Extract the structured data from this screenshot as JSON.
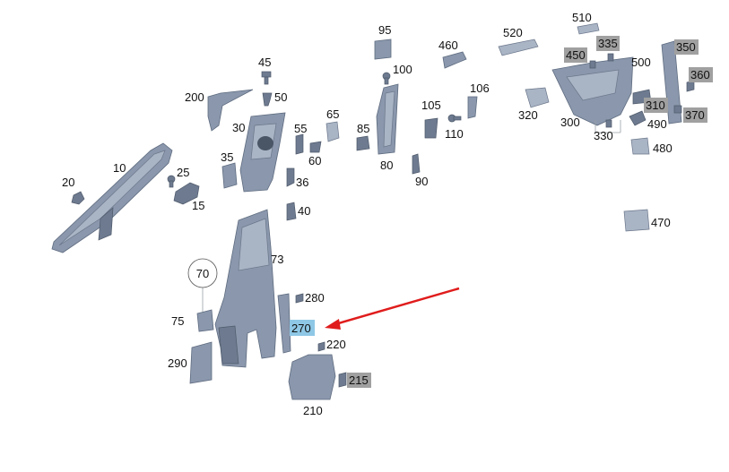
{
  "colors": {
    "part": "#8a97ac",
    "highlight": "#8fc8e6",
    "greyed_label": "#a0a0a0",
    "arrow": "#e01c1c"
  },
  "labels": {
    "p10": "10",
    "p15": "15",
    "p20": "20",
    "p25": "25",
    "p30": "30",
    "p35": "35",
    "p36": "36",
    "p40": "40",
    "p45": "45",
    "p50": "50",
    "p55": "55",
    "p60": "60",
    "p65": "65",
    "p70": "70",
    "p73": "73",
    "p75": "75",
    "p80": "80",
    "p85": "85",
    "p90": "90",
    "p95": "95",
    "p100": "100",
    "p105": "105",
    "p106": "106",
    "p110": "110",
    "p200": "200",
    "p210": "210",
    "p215": "215",
    "p220": "220",
    "p270": "270",
    "p280": "280",
    "p290": "290",
    "p300": "300",
    "p310": "310",
    "p320": "320",
    "p330": "330",
    "p335": "335",
    "p350": "350",
    "p360": "360",
    "p370": "370",
    "p450": "450",
    "p460": "460",
    "p470": "470",
    "p480": "480",
    "p490": "490",
    "p500": "500",
    "p510": "510",
    "p520": "520"
  }
}
